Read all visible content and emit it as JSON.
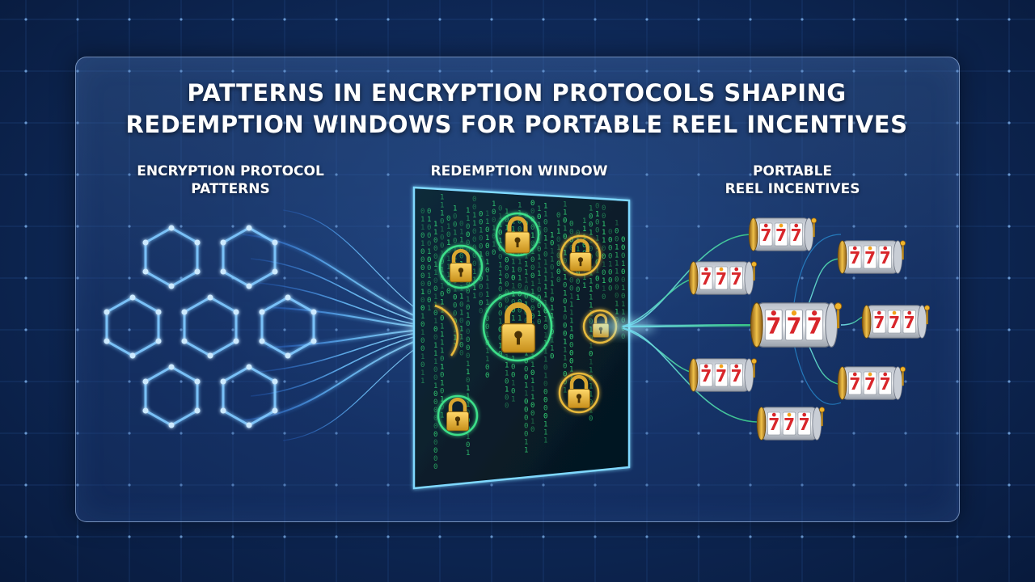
{
  "title": {
    "line1": "PATTERNS IN ENCRYPTION PROTOCOLS SHAPING",
    "line2": "REDEMPTION WINDOWS FOR PORTABLE REEL INCENTIVES"
  },
  "sections": {
    "left": {
      "line1": "ENCRYPTION PROTOCOL",
      "line2": "PATTERNS"
    },
    "middle": {
      "line1": "REDEMPTION WINDOW"
    },
    "right": {
      "line1": "PORTABLE",
      "line2": "REEL INCENTIVES"
    }
  },
  "reel_symbols": [
    "7",
    "7",
    "7"
  ],
  "colors": {
    "background": "#0f2a5a",
    "grid_line": "#2a5aa0",
    "node_glow": "#7fc8ff",
    "stream_blue": "#4aa8ff",
    "matrix_green": "#35e07a",
    "lock_gold": "#e8b93a",
    "reel_red": "#d8262b",
    "reel_silver": "#d9dde3"
  },
  "icons": {
    "lock": "padlock-icon",
    "reel": "slot-reel-icon",
    "node": "hexagon-node-icon"
  }
}
